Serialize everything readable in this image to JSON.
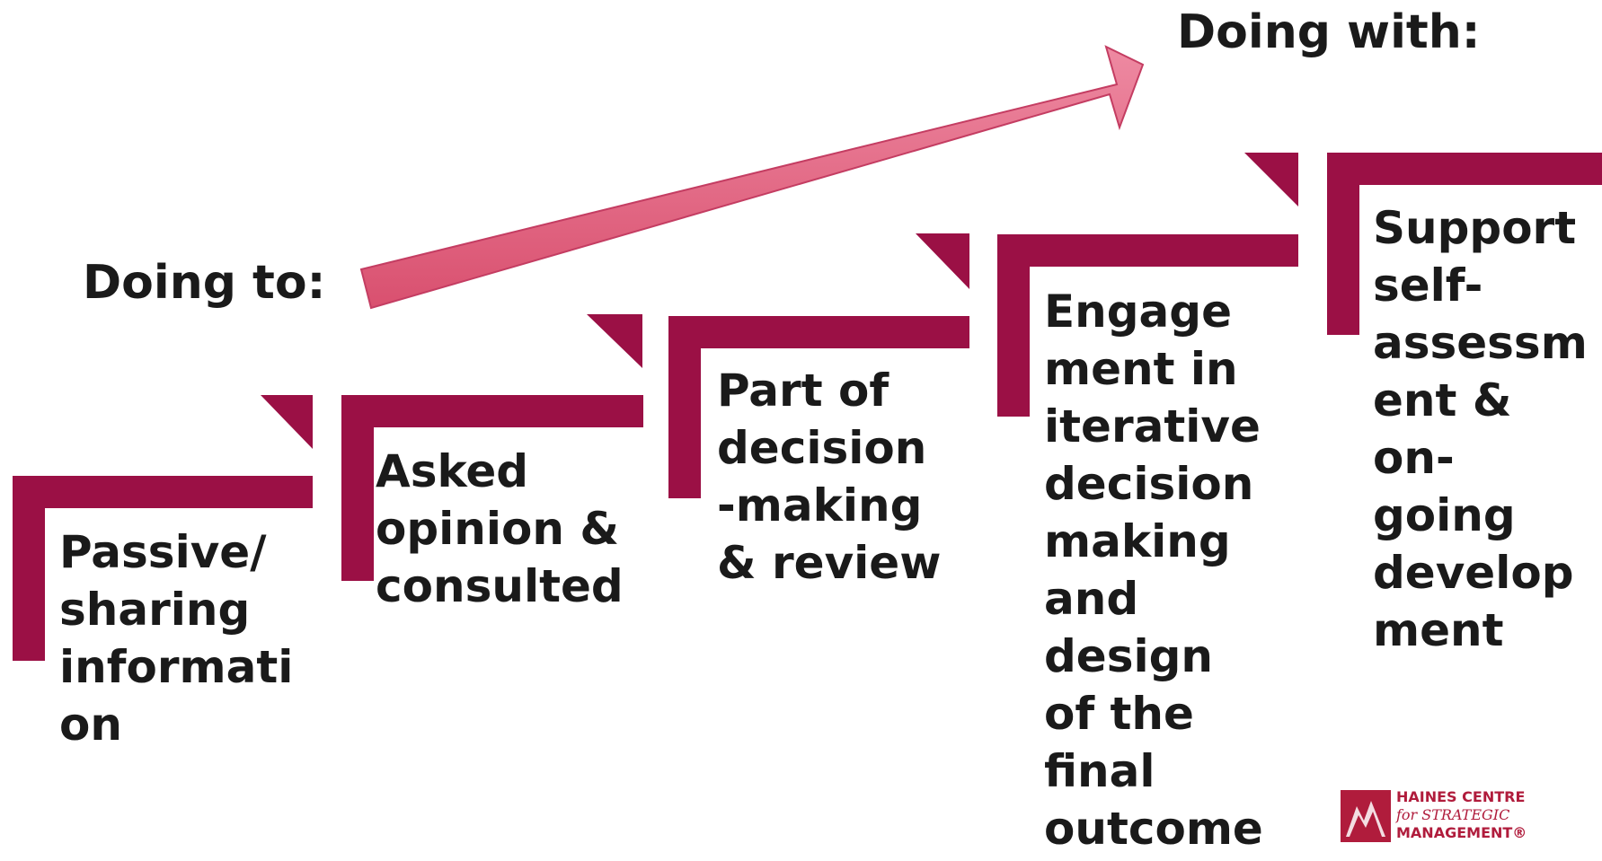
{
  "colors": {
    "step_bracket": "#9b1045",
    "arrow_fill": "#e0607e",
    "arrow_stroke": "#c43d62",
    "text": "#1a1a1a",
    "logo_accent": "#b01c3c"
  },
  "labels": {
    "doing_to": "Doing to:",
    "doing_with": "Doing with:"
  },
  "steps": [
    {
      "text": "Passive/\nsharing\ninformati\non"
    },
    {
      "text": "Asked\nopinion &\nconsulted"
    },
    {
      "text": "Part of\ndecision\n-making\n& review"
    },
    {
      "text": "Engage\nment in\niterative\ndecision\nmaking\nand\ndesign\nof the\nfinal\noutcome"
    },
    {
      "text": "Support\nself-\nassessm\nent &\non-\ngoing\ndevelop\nment"
    }
  ],
  "logo": {
    "line1": "HAINES CENTRE",
    "line2": "for STRATEGIC",
    "line3": "MANAGEMENT®"
  }
}
